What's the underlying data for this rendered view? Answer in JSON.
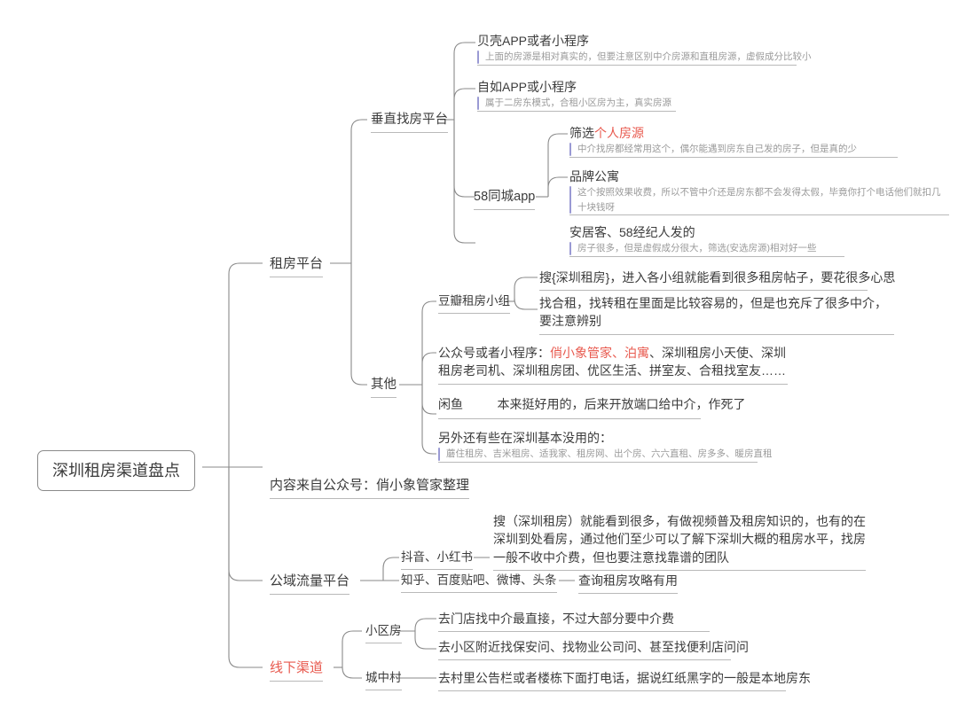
{
  "root": {
    "label": "深圳租房渠道盘点"
  },
  "branches": {
    "rental_platform": {
      "label": "租房平台"
    },
    "source_note": {
      "label": "内容来自公众号：俏小象管家整理"
    },
    "public_traffic": {
      "label": "公域流量平台"
    },
    "offline": {
      "label": "线下渠道",
      "color": "#e8594e"
    }
  },
  "rental_platform": {
    "vertical": {
      "label": "垂直找房平台",
      "items": [
        {
          "title": "贝壳APP或者小程序",
          "note": "上面的房源是相对真实的，但要注意区别中介房源和直租房源，虚假成分比较小"
        },
        {
          "title": "自如APP或小程序",
          "note": "属于二房东模式，合租小区房为主，真实房源"
        },
        {
          "label": "58同城app",
          "children": [
            {
              "title_plain": "筛选",
              "title_red": "个人房源",
              "note": "中介找房都经常用这个，偶尔能遇到房东自己发的房子，但是真的少"
            },
            {
              "title": "品牌公寓",
              "note": "这个按照效果收费，所以不管中介还是房东都不会发得太假，毕竟你打个电话他们就扣几十块钱呀"
            }
          ]
        },
        {
          "title": "安居客、58经纪人发的",
          "note": "房子很多，但是虚假成分很大，筛选(安选房源)相对好一些"
        }
      ]
    },
    "other": {
      "label": "其他",
      "items": [
        {
          "label": "豆瓣租房小组",
          "children": [
            "搜{深圳租房}，进入各小组就能看到很多租房帖子，要花很多心思",
            "找合租，找转租在里面是比较容易的，但是也充斥了很多中介，要注意辨别"
          ]
        },
        {
          "text_prefix": "公众号或者小程序：",
          "text_red": "俏小象管家、泊寓",
          "text_suffix": "、深圳租房小天使、深圳租房老司机、深圳租房团、优区生活、拼室友、合租找室友……"
        },
        {
          "label": "闲鱼",
          "value": "本来挺好用的，后来开放端口给中介，作死了"
        },
        {
          "title": "另外还有些在深圳基本没用的：",
          "note": "蘑住租房、吉米租房、适我家、租房网、出个房、六六直租、房多多、暖房直租"
        }
      ]
    }
  },
  "public_traffic": {
    "items": [
      {
        "label": "抖音、小红书",
        "value": "搜（深圳租房）就能看到很多，有做视频普及租房知识的，也有的在深圳到处看房，通过他们至少可以了解下深圳大概的租房水平，找房一般不收中介费，但也要注意找靠谱的团队"
      },
      {
        "label": "知乎、百度贴吧、微博、头条",
        "value": "查询租房攻略有用"
      }
    ]
  },
  "offline": {
    "items": [
      {
        "label": "小区房",
        "children": [
          "去门店找中介最直接，不过大部分要中介费",
          "去小区附近找保安问、找物业公司问、甚至找便利店问问"
        ]
      },
      {
        "label": "城中村",
        "children": [
          "去村里公告栏或者楼栋下面打电话，据说红纸黑字的一般是本地房东"
        ]
      }
    ]
  }
}
